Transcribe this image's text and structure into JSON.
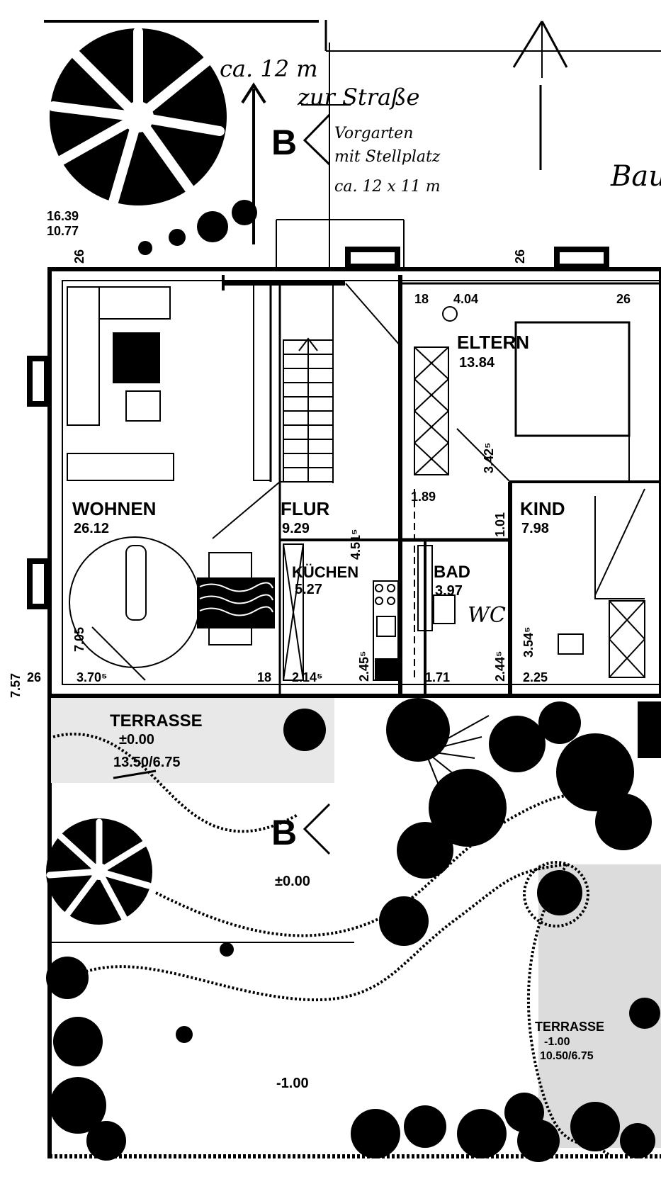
{
  "notes": {
    "north_distance": "ca. 12 m",
    "to_street": "zur Straße",
    "front_yard_line1": "Vorgarten",
    "front_yard_line2": "mit Stellplatz",
    "front_yard_line3": "ca. 12 x 11 m",
    "bau": "Bau"
  },
  "section_marker": "B",
  "rooms": {
    "wohnen": {
      "name": "WOHNEN",
      "area": "26.12"
    },
    "flur": {
      "name": "FLUR",
      "area": "9.29"
    },
    "eltern": {
      "name": "ELTERN",
      "area": "13.84"
    },
    "kind": {
      "name": "KIND",
      "area": "7.98"
    },
    "kuchen": {
      "name": "KÜCHEN",
      "area": "5.27"
    },
    "bad": {
      "name": "BAD",
      "area": "3.97",
      "wc": "WC"
    }
  },
  "terrace1": {
    "name": "TERRASSE",
    "level": "±0.00",
    "size": "13.50/6.75"
  },
  "terrace2": {
    "name": "TERRASSE",
    "level": "-1.00",
    "size": "10.50/6.75"
  },
  "levels": {
    "garden_upper": "±0.00",
    "garden_lower": "-1.00"
  },
  "dimensions": {
    "d_16_39": "16.39",
    "d_10_77": "10.77",
    "d_26_a": "26",
    "d_26_b": "26",
    "d_26_c": "26",
    "d_26_d": "26",
    "d_18_a": "18",
    "d_4_04": "4.04",
    "d_3_42": "3.42⁵",
    "d_4_51": "4.51⁵",
    "d_1_89": "1.89",
    "d_1_01": "1.01",
    "d_7_05": "7.05",
    "d_3_70": "3.70⁵",
    "d_18_b": "18",
    "d_2_14": "2.14⁵",
    "d_2_45": "2.45⁵",
    "d_1_71": "1.71",
    "d_2_44": "2.44⁵",
    "d_3_54": "3.54⁵",
    "d_2_25": "2.25",
    "d_7_57": "7.57",
    "d_12": "12"
  },
  "colors": {
    "ink": "#000000",
    "paper": "#ffffff"
  }
}
